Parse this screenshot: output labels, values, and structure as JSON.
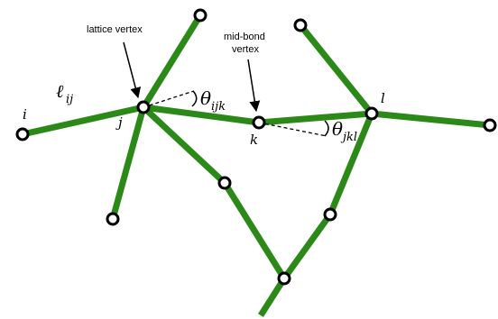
{
  "colors": {
    "bond": "#2b8a17",
    "vertex_fill": "#ffffff",
    "vertex_stroke": "#000000"
  },
  "annotations": {
    "lattice_vertex": "lattice vertex",
    "mid_bond_vertex_line1": "mid-bond",
    "mid_bond_vertex_line2": "vertex"
  },
  "labels": {
    "i": "i",
    "j": "j",
    "k": "k",
    "l": "l",
    "ell_main": "ℓ",
    "ell_sub": "ij",
    "theta_ijk_main": "θ",
    "theta_ijk_sub": "ijk",
    "theta_jkl_main": "θ",
    "theta_jkl_sub": "jkl"
  }
}
